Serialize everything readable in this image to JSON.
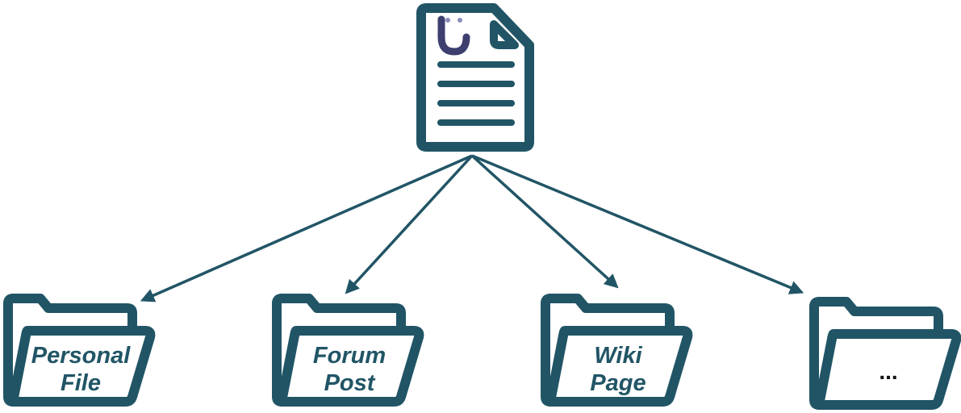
{
  "colors": {
    "stroke": "#215566",
    "text": "#215566",
    "ellipsis": "#111111",
    "face_purple": "#3d3f6f"
  },
  "source": {
    "icon": "document-with-logo-icon"
  },
  "targets": [
    {
      "icon": "folder-icon",
      "line1": "Personal",
      "line2": "File"
    },
    {
      "icon": "folder-icon",
      "line1": "Forum",
      "line2": "Post"
    },
    {
      "icon": "folder-icon",
      "line1": "Wiki",
      "line2": "Page"
    },
    {
      "icon": "folder-icon",
      "line1": "...",
      "line2": ""
    }
  ]
}
